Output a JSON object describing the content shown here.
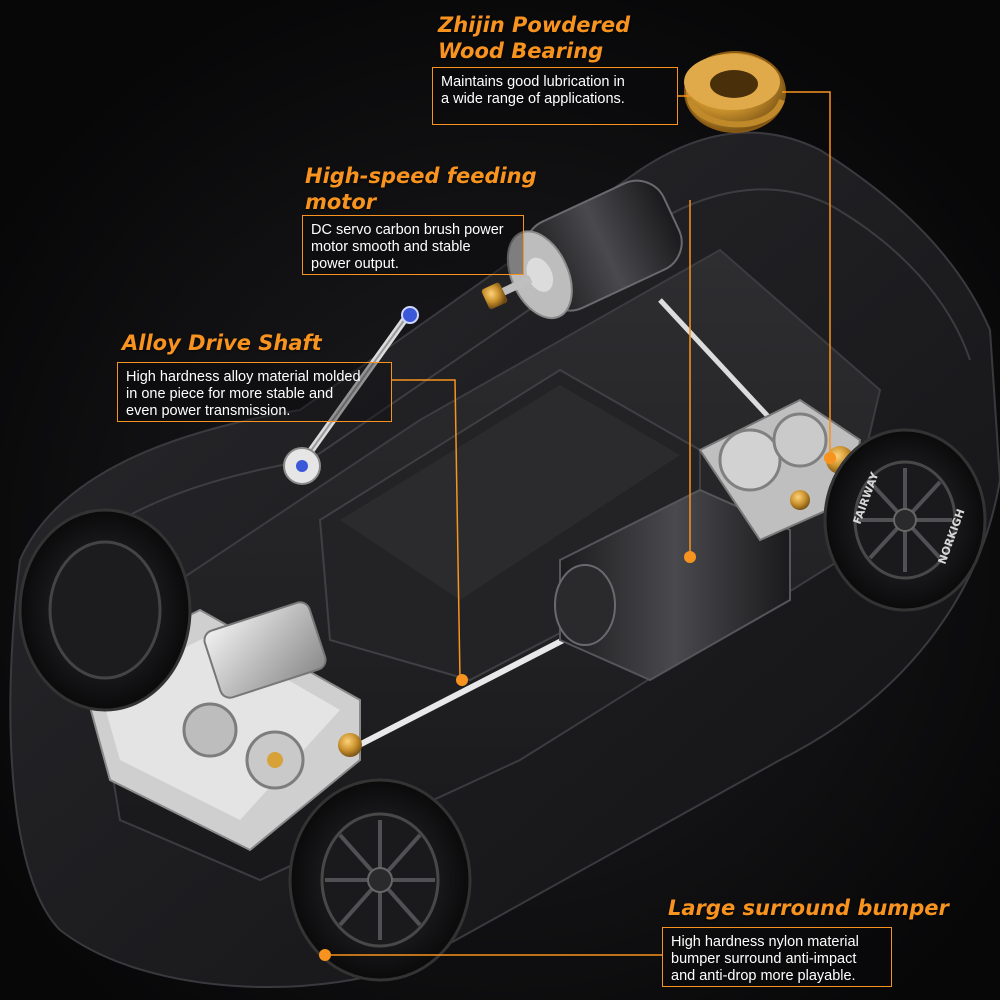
{
  "scene": {
    "subject": "rc-car-chassis",
    "colors": {
      "accent": "#f7931e",
      "text": "#ffffff",
      "background": "#0b0b0c",
      "copper": "#c8902c"
    }
  },
  "callouts": [
    {
      "id": "bearing",
      "title": "Zhijin Powdered\nWood Bearing",
      "description": "Maintains good lubrication in\na wide range of applications."
    },
    {
      "id": "motor",
      "title": "High-speed feeding\nmotor",
      "description": "DC servo carbon brush power\nmotor smooth and stable\npower output."
    },
    {
      "id": "shaft",
      "title": "Alloy Drive Shaft",
      "description": "High hardness alloy material molded\nin one piece for more stable and\neven power transmission."
    },
    {
      "id": "bumper",
      "title": "Large surround bumper",
      "description": "High hardness nylon material\nbumper surround anti-impact\nand anti-drop more playable."
    }
  ],
  "tire_brand": "FAIRWAY",
  "tire_model": "NORKIGH"
}
